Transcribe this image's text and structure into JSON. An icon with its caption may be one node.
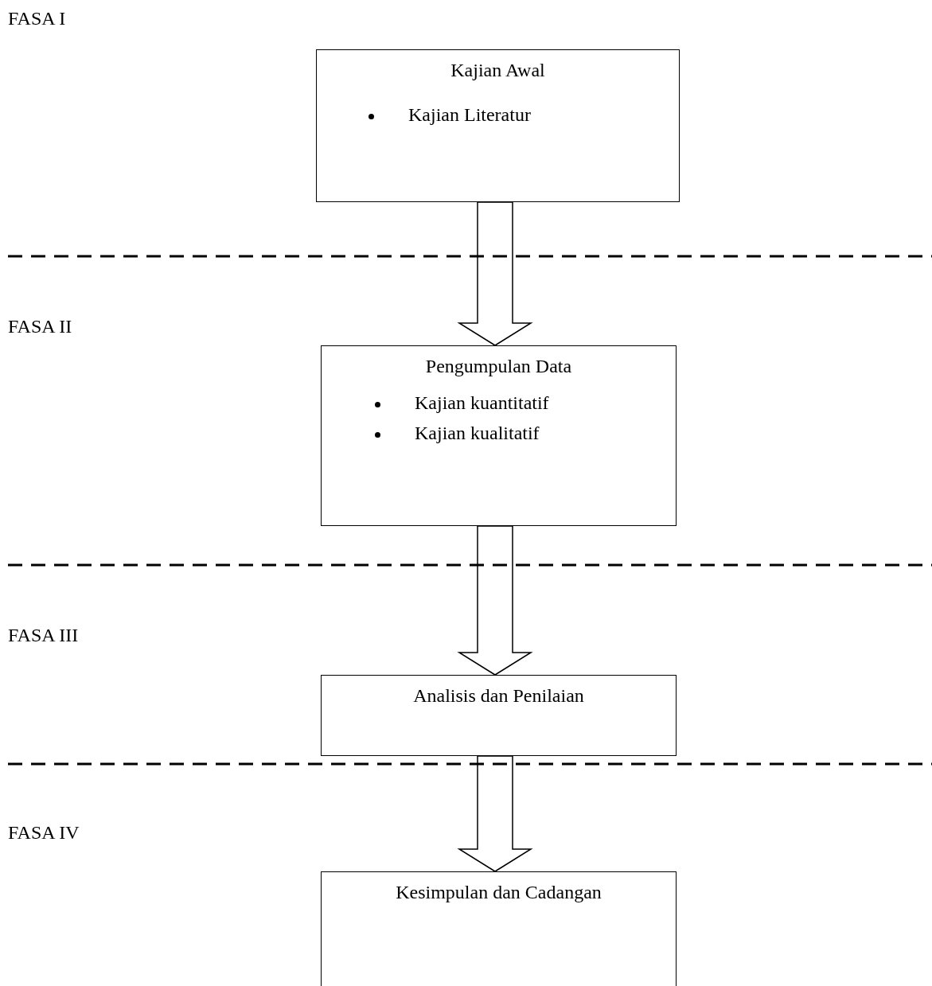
{
  "diagram": {
    "nodes": [
      {
        "text": [
          "Kajian Awal",
          "Kajian Literatur"
        ]
      },
      {
        "text": [
          "Pengumpulan Data",
          "Kajian kuantitatif",
          "Kajian kualitatif"
        ]
      },
      {
        "text": [
          "Analisis dan Penilaian"
        ]
      },
      {
        "text": [
          "Kesimpulan dan Cadangan"
        ]
      }
    ],
    "edges": [
      {
        "from": 0,
        "to": 1,
        "arrow": "to"
      },
      {
        "from": 1,
        "to": 2,
        "arrow": "to"
      },
      {
        "from": 2,
        "to": 3,
        "arrow": "to"
      }
    ],
    "labels": [
      "FASA I",
      "FASA II",
      "FASA III",
      "FASA IV"
    ]
  }
}
